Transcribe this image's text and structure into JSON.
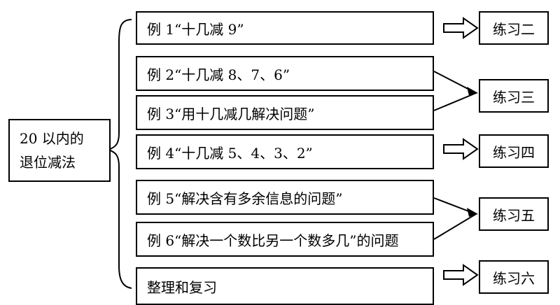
{
  "root": {
    "line1": "20 以内的",
    "line2": "退位减法"
  },
  "lessons": [
    "例 1“十几减 9”",
    "例 2“十几减 8、7、6”",
    "例 3“用十几减几解决问题”",
    "例 4“十几减 5、4、3、2”",
    "例 5“解决含有多余信息的问题”",
    "例 6“解决一个数比另一个数多几”的问题",
    "整理和复习"
  ],
  "exercises": [
    "练习二",
    "练习三",
    "练习四",
    "练习五",
    "练习六"
  ]
}
